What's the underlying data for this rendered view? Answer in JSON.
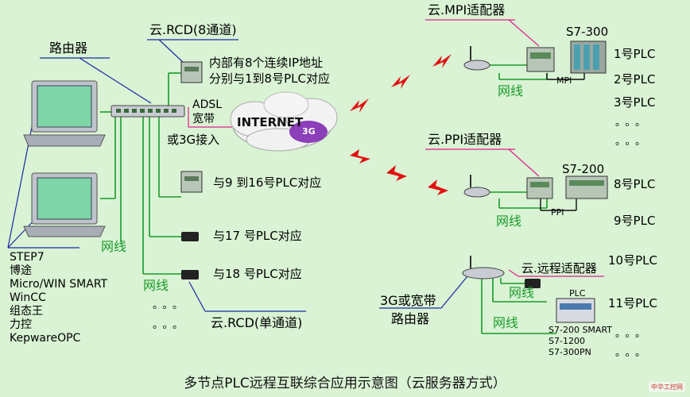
{
  "title": "多节点PLC远程互联综合应用示意图（云服务器方式）",
  "labels": {
    "router": "路由器",
    "rcd8": "云.RCD(8通道)",
    "ip_desc_1": "内部有8个连续IP地址",
    "ip_desc_2": "分别与1到8号PLC对应",
    "adsl_1": "ADSL",
    "adsl_2": "宽带",
    "adsl_3": "或3G接入",
    "internet": "INTERNET",
    "g3": "3G",
    "plc_9_16": "与9 到16号PLC对应",
    "plc_17": "与17 号PLC对应",
    "plc_18": "与18 号PLC对应",
    "rcd1": "云.RCD(单通道)",
    "net_left": "网线",
    "net_bottom": "网线",
    "mpi_adapter": "云.MPI适配器",
    "s7_300": "S7-300",
    "mpi": "MPI",
    "net_mpi": "网线",
    "ppi_adapter": "云.PPI适配器",
    "s7_200": "S7-200",
    "ppi": "PPI",
    "net_ppi": "网线",
    "remote_adapter": "云.远程适配器",
    "net_remote_1": "网线",
    "net_remote_2": "网线",
    "router3g_1": "3G或宽带",
    "router3g_2": "路由器",
    "plc_label": "PLC",
    "plc_models": [
      "S7-200 SMART",
      "S7-1200",
      "S7-300PN"
    ],
    "software": [
      "STEP7",
      "博途",
      "Micro/WIN SMART",
      "WinCC",
      "组态王",
      "力控",
      "KepwareOPC"
    ],
    "plc_numbers": [
      "1号PLC",
      "2号PLC",
      "3号PLC",
      "8号PLC",
      "9号PLC",
      "10号PLC",
      "11号PLC"
    ],
    "dots": "。。。",
    "watermark": "中华工控网"
  },
  "colors": {
    "background": "#d9f3d4",
    "green_line": "#1a9a2a",
    "blue_line": "#1a2aa0",
    "magenta_line": "#e0208a",
    "lightning": "#e01010"
  }
}
